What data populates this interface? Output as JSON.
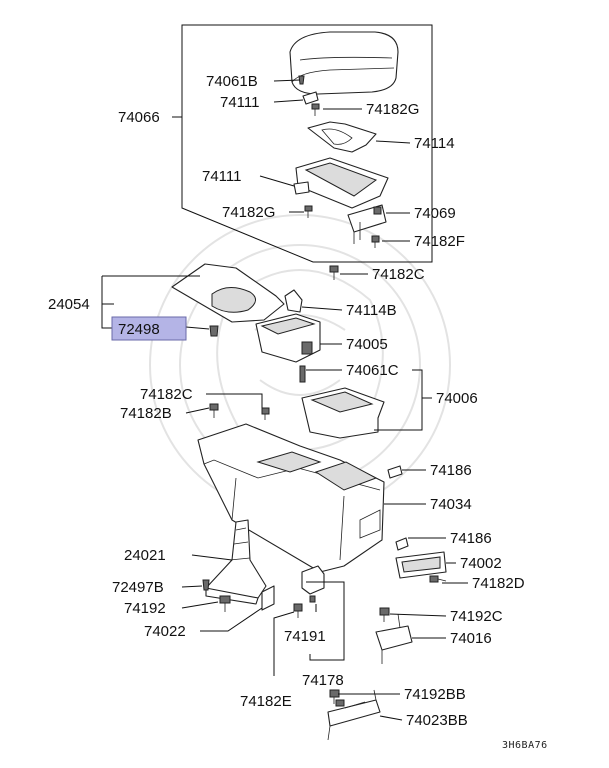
{
  "labels": {
    "p74061B": "74061B",
    "p74111a": "74111",
    "p74182Ga": "74182G",
    "p74066": "74066",
    "p74114": "74114",
    "p74111b": "74111",
    "p74182Gb": "74182G",
    "p74069": "74069",
    "p74182F": "74182F",
    "p74182Ca": "74182C",
    "p24054": "24054",
    "p74114B": "74114B",
    "p72498": "72498",
    "p74005": "74005",
    "p74061C": "74061C",
    "p74182Cb": "74182C",
    "p74182B": "74182B",
    "p74006": "74006",
    "p74186a": "74186",
    "p74034": "74034",
    "p74186b": "74186",
    "p24021": "24021",
    "p74002": "74002",
    "p72497B": "72497B",
    "p74182D": "74182D",
    "p74192": "74192",
    "p74192C": "74192C",
    "p74022": "74022",
    "p74191": "74191",
    "p74016": "74016",
    "p74178": "74178",
    "p74182E": "74182E",
    "p74192BB": "74192BB",
    "p74023BB": "74023BB"
  },
  "highlight_color": "#b4b4e6",
  "diagram_code": "3H6BA76"
}
